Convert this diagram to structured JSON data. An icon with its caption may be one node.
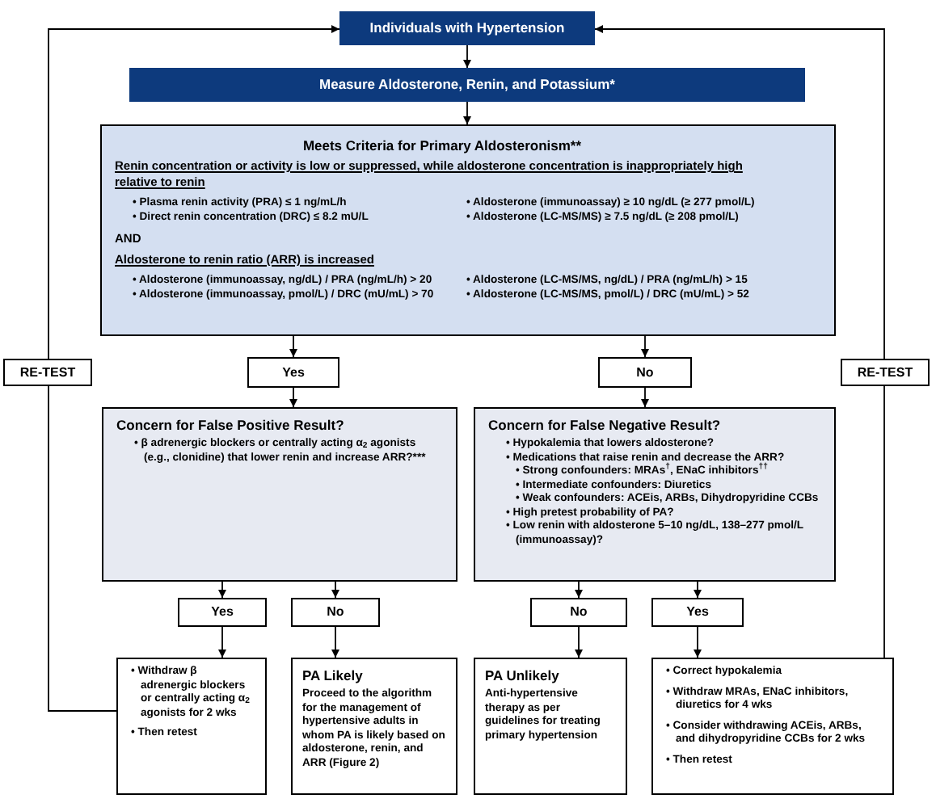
{
  "diagram": {
    "nodes": [
      {
        "text": [
          "Individuals with Hypertension"
        ]
      },
      {
        "text": [
          "Measure Aldosterone, Renin, and Potassium*"
        ]
      },
      {
        "text": [
          "Meets Criteria for Primary Aldosteronism**",
          "Renin concentration or activity is low or suppressed, while aldosterone concentration is inappropriately high relative to renin",
          "• Plasma renin activity (PRA) ≤ 1 ng/mL/h",
          "• Aldosterone (immunoassay) ≥ 10 ng/dL (≥ 277 pmol/L)",
          "• Direct renin concentration (DRC) ≤ 8.2 mU/L",
          "• Aldosterone (LC-MS/MS) ≥ 7.5 ng/dL (≥ 208 pmol/L)",
          "AND",
          "Aldosterone to renin ratio (ARR) is increased",
          "• Aldosterone (immunoassay, ng/dL) / PRA (ng/mL/h) > 20",
          "• Aldosterone (LC-MS/MS, ng/dL) / PRA (ng/mL/h) > 15",
          "• Aldosterone (immunoassay, pmol/L) / DRC (mU/mL) > 70",
          "• Aldosterone (LC-MS/MS, pmol/L) / DRC (mU/mL) > 52"
        ]
      },
      {
        "text": [
          "RE-TEST"
        ]
      },
      {
        "text": [
          "Yes"
        ]
      },
      {
        "text": [
          "No"
        ]
      },
      {
        "text": [
          "RE-TEST"
        ]
      },
      {
        "text": [
          "Concern for False Positive Result?",
          "• β adrenergic blockers or centrally acting α$_{2}$ agonists (e.g., clonidine) that lower renin and increase ARR?***"
        ]
      },
      {
        "text": [
          "Concern for False Negative Result?",
          "• Hypokalemia that lowers aldosterone?",
          "• Medications that raise renin and decrease the ARR?",
          "• Strong confounders: MRAs$^{†}$, ENaC inhibitors$^{††}$",
          "• Intermediate confounders: Diuretics",
          "• Weak confounders: ACEis, ARBs, Dihydropyridine CCBs",
          "• High pretest probability of PA?",
          "• Low renin with aldosterone 5–10 ng/dL, 138–277 pmol/L (immunoassay)?"
        ]
      },
      {
        "text": [
          "Yes"
        ]
      },
      {
        "text": [
          "No"
        ]
      },
      {
        "text": [
          "No"
        ]
      },
      {
        "text": [
          "Yes"
        ]
      },
      {
        "text": [
          "• Withdraw β adrenergic blockers or centrally acting α$_{2}$ agonists for 2 wks",
          "• Then retest"
        ]
      },
      {
        "text": [
          "PA Likely",
          "Proceed to the algorithm for the management of hypertensive adults in whom PA is likely based on aldosterone, renin, and ARR (Figure 2)"
        ]
      },
      {
        "text": [
          "PA Unlikely",
          "Anti-hypertensive therapy as per guidelines for treating primary hypertension"
        ]
      },
      {
        "text": [
          "• Correct hypokalemia",
          "• Withdraw MRAs, ENaC inhibitors, diuretics for 4 wks",
          "• Consider withdrawing ACEis, ARBs, and dihydropyridine CCBs for 2 wks",
          "• Then retest"
        ]
      }
    ],
    "edges": [
      {
        "from": 0,
        "to": 1,
        "arrow": "to"
      },
      {
        "from": 1,
        "to": 2,
        "arrow": "to"
      },
      {
        "from": 2,
        "to": 4,
        "arrow": "to"
      },
      {
        "from": 2,
        "to": 5,
        "arrow": "to"
      },
      {
        "from": 4,
        "to": 7,
        "arrow": "to"
      },
      {
        "from": 5,
        "to": 8,
        "arrow": "to"
      },
      {
        "from": 7,
        "to": 9,
        "arrow": "to"
      },
      {
        "from": 7,
        "to": 10,
        "arrow": "to"
      },
      {
        "from": 8,
        "to": 11,
        "arrow": "to"
      },
      {
        "from": 8,
        "to": 12,
        "arrow": "to"
      },
      {
        "from": 9,
        "to": 13,
        "arrow": "to"
      },
      {
        "from": 10,
        "to": 14,
        "arrow": "to"
      },
      {
        "from": 11,
        "to": 15,
        "arrow": "to"
      },
      {
        "from": 12,
        "to": 16,
        "arrow": "to"
      },
      {
        "from": 13,
        "to": 3,
        "arrow": "none"
      },
      {
        "from": 3,
        "to": 0,
        "arrow": "to"
      },
      {
        "from": 16,
        "to": 6,
        "arrow": "none"
      },
      {
        "from": 6,
        "to": 0,
        "arrow": "to"
      }
    ]
  }
}
